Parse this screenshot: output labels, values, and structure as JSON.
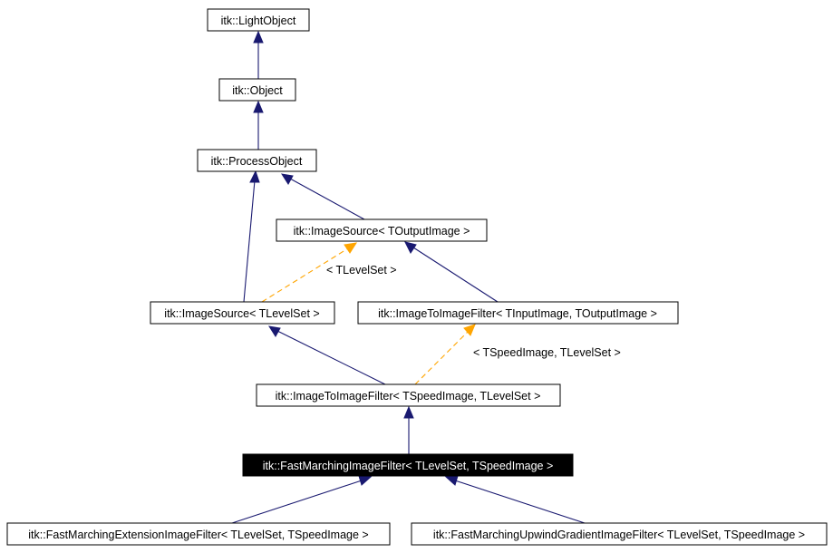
{
  "colors": {
    "inheritance_edge": "#191970",
    "template_edge": "#ffa500",
    "current_node_fill": "#000000",
    "current_node_text": "#ffffff",
    "node_fill": "#ffffff",
    "node_border": "#000000"
  },
  "nodes": {
    "light_object": "itk::LightObject",
    "object": "itk::Object",
    "process_object": "itk::ProcessObject",
    "image_source_toutput": "itk::ImageSource< TOutputImage >",
    "image_source_tlevelset": "itk::ImageSource< TLevelSet >",
    "image_to_image_filter_generic": "itk::ImageToImageFilter< TInputImage, TOutputImage >",
    "image_to_image_filter_speed": "itk::ImageToImageFilter< TSpeedImage, TLevelSet >",
    "fast_marching": "itk::FastMarchingImageFilter< TLevelSet, TSpeedImage >",
    "fast_marching_extension": "itk::FastMarchingExtensionImageFilter< TLevelSet, TSpeedImage >",
    "fast_marching_upwind": "itk::FastMarchingUpwindGradientImageFilter< TLevelSet, TSpeedImage >"
  },
  "edge_labels": {
    "tlevelset": "< TLevelSet >",
    "tspeed_tlevelset": "< TSpeedImage, TLevelSet >"
  }
}
